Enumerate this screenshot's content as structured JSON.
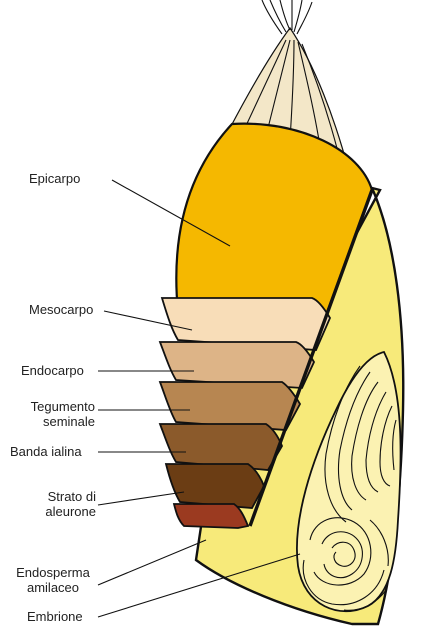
{
  "labels": {
    "epicarpo": "Epicarpo",
    "mesocarpo": "Mesocarpo",
    "endocarpo": "Endocarpo",
    "tegumento_line1": "Tegumento",
    "tegumento_line2": "seminale",
    "banda_ialina": "Banda ialina",
    "strato_line1": "Strato di",
    "strato_line2": "aleurone",
    "endosperma_line1": "Endosperma",
    "endosperma_line2": "amilaceo",
    "embrione": "Embrione"
  },
  "colors": {
    "epicarp": "#f5b800",
    "endosperm": "#f7ea7a",
    "mesocarp": "#f8ddb8",
    "endocarp": "#ddb487",
    "seed_coat": "#b78651",
    "hyaline": "#8b5a2b",
    "aleurone_dark": "#6b3d14",
    "aleurone_red": "#9b3a20",
    "brush": "#f3e7c8",
    "embryo": "#fbf2b2",
    "outline": "#111111"
  }
}
